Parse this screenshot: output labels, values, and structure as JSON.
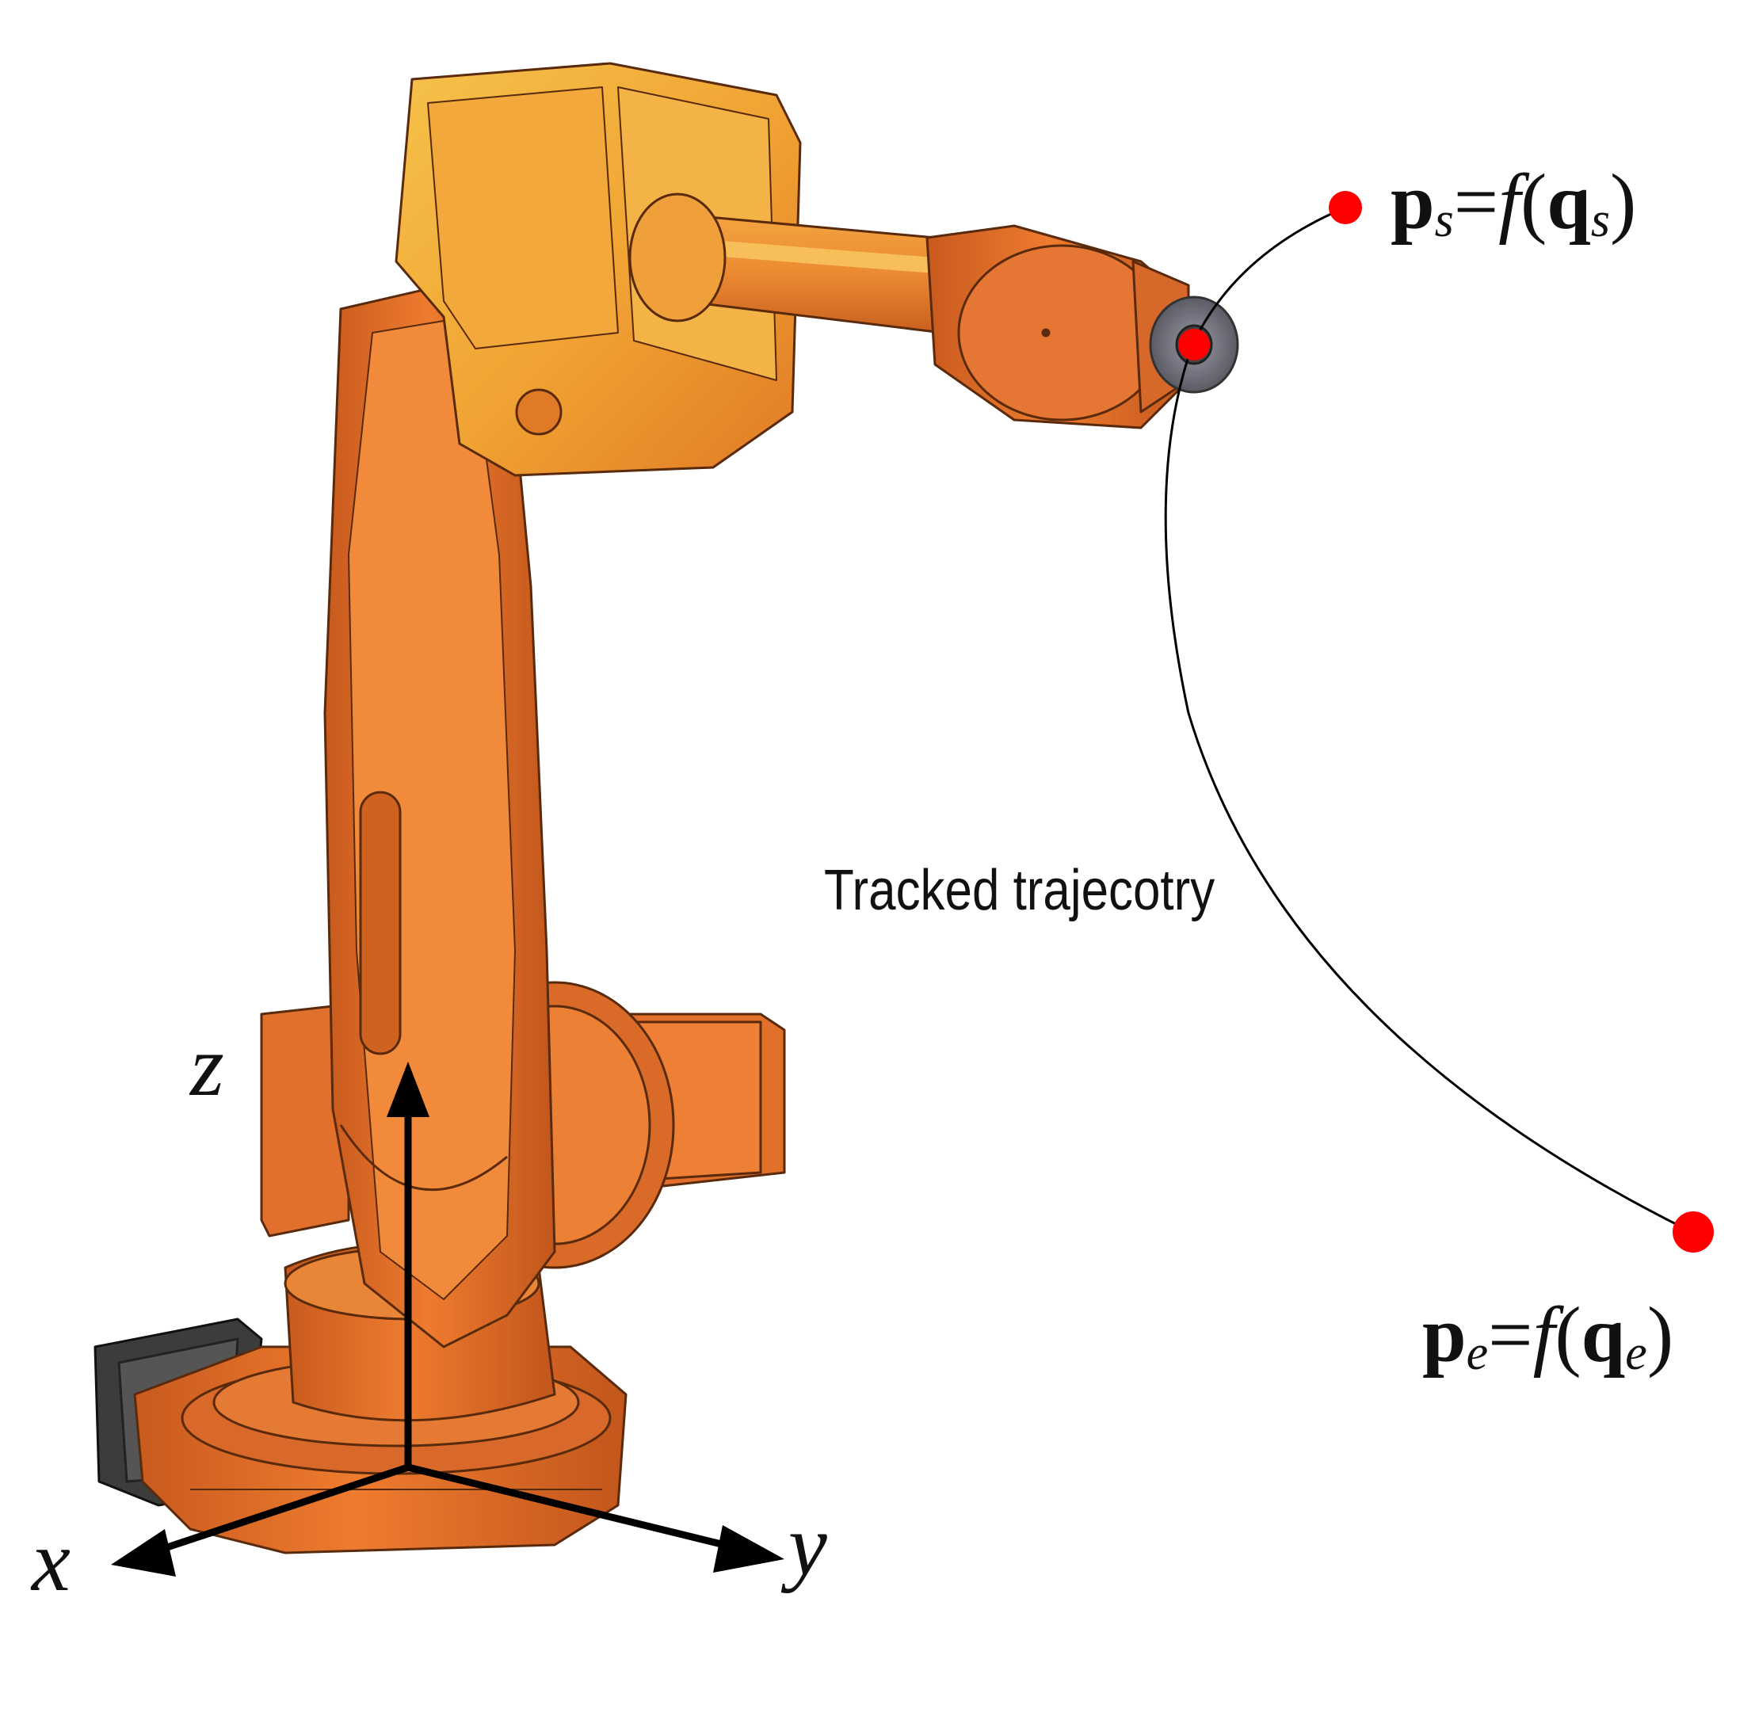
{
  "figure": {
    "robot": {
      "description_icon": "industrial-robot-arm-icon",
      "body_color": "#E6762A",
      "highlight_color": "#F7B43A",
      "shadow_color": "#B4521A",
      "base_cable_color": "#3a3a3a"
    },
    "axes": {
      "x_label": "x",
      "y_label": "y",
      "z_label": "z",
      "color": "#000000"
    },
    "trajectory": {
      "label": "Tracked trajecotry",
      "line_color": "#000000",
      "point_color": "#ff0000"
    },
    "start_point": {
      "bold_p": "p",
      "p_sub": "s",
      "eq": "=",
      "func": "f",
      "open": "(",
      "bold_q": "q",
      "q_sub": "s",
      "close": ")"
    },
    "end_point": {
      "bold_p": "p",
      "p_sub": "e",
      "eq": "=",
      "func": "f",
      "open": "(",
      "bold_q": "q",
      "q_sub": "e",
      "close": ")"
    }
  }
}
